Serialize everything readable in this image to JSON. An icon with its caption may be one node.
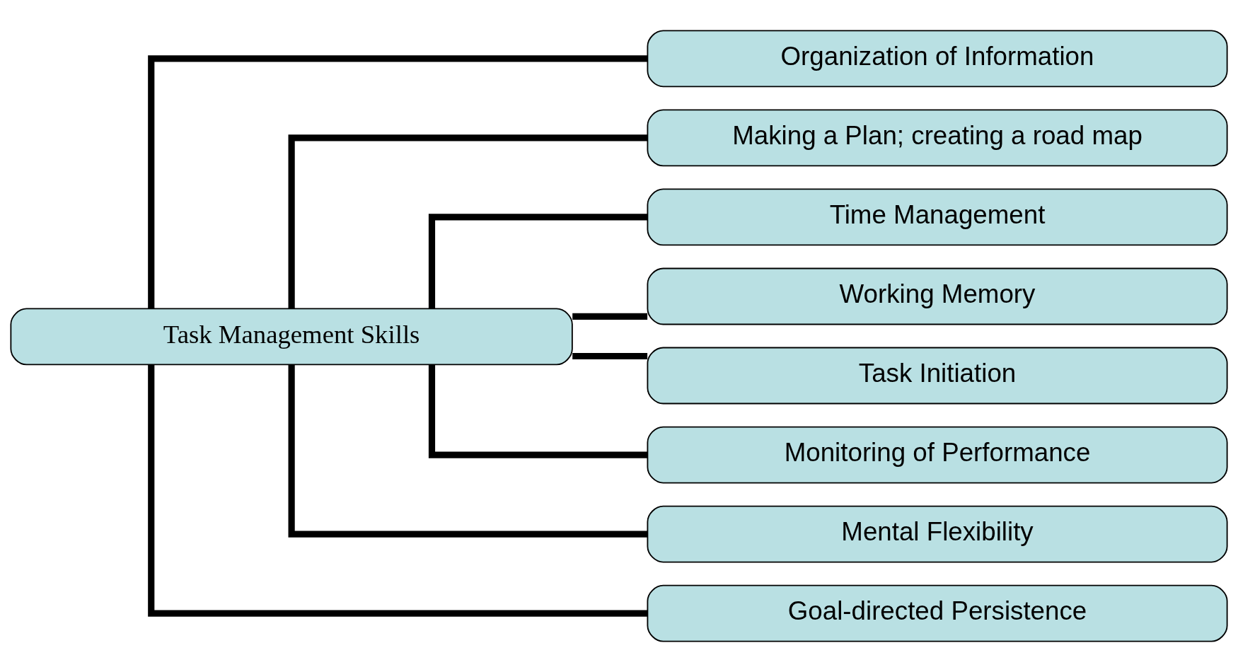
{
  "diagram": {
    "nodes": [
      {
        "text": [
          "Task Management Skills"
        ]
      },
      {
        "text": [
          "Organization of Information"
        ]
      },
      {
        "text": [
          "Making a Plan; creating a road map"
        ]
      },
      {
        "text": [
          "Time Management"
        ]
      },
      {
        "text": [
          "Working Memory"
        ]
      },
      {
        "text": [
          "Task Initiation"
        ]
      },
      {
        "text": [
          "Monitoring of Performance"
        ]
      },
      {
        "text": [
          "Mental Flexibility"
        ]
      },
      {
        "text": [
          "Goal-directed Persistence"
        ]
      }
    ],
    "edges": [
      {
        "from": 0,
        "to": 1,
        "arrow": "none"
      },
      {
        "from": 0,
        "to": 2,
        "arrow": "none"
      },
      {
        "from": 0,
        "to": 3,
        "arrow": "none"
      },
      {
        "from": 0,
        "to": 4,
        "arrow": "none"
      },
      {
        "from": 0,
        "to": 5,
        "arrow": "none"
      },
      {
        "from": 0,
        "to": 6,
        "arrow": "none"
      },
      {
        "from": 0,
        "to": 7,
        "arrow": "none"
      },
      {
        "from": 0,
        "to": 8,
        "arrow": "none"
      }
    ]
  }
}
